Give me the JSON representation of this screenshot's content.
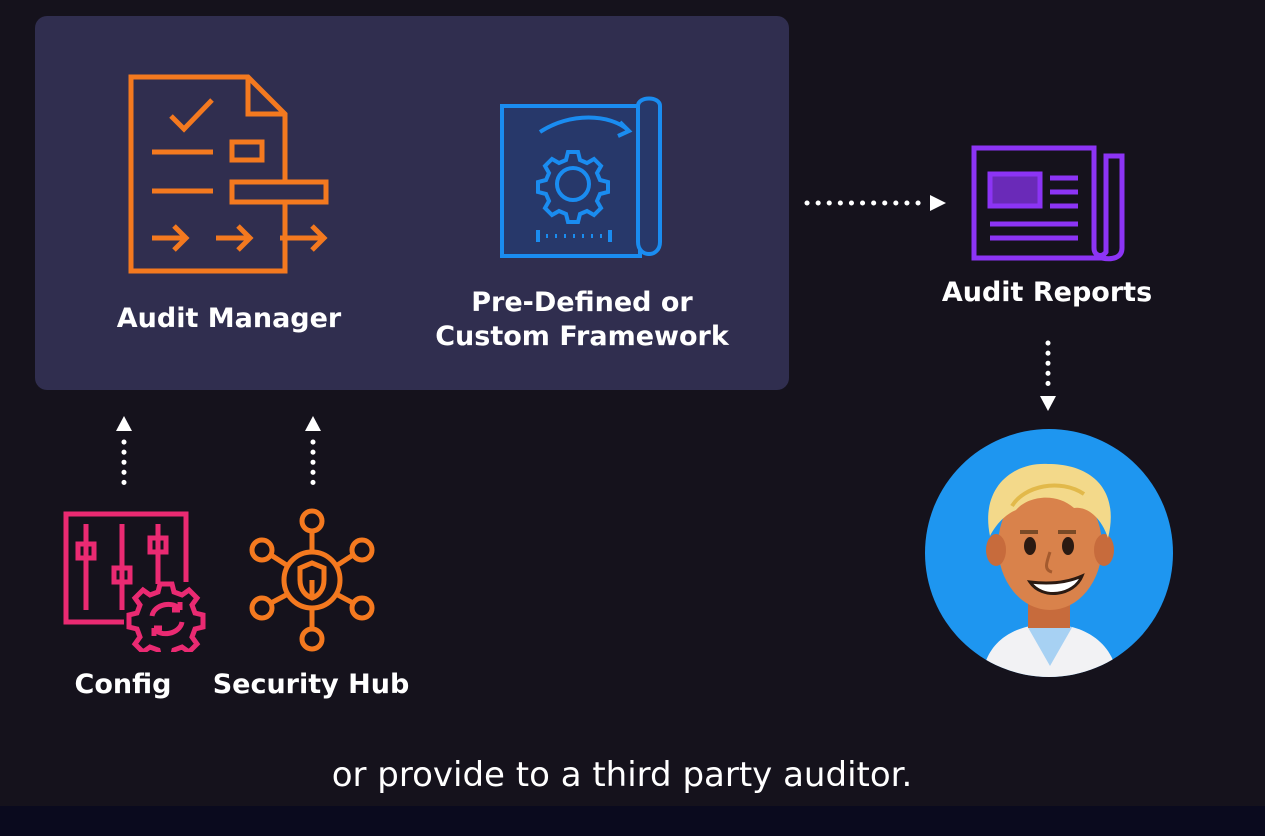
{
  "nodes": {
    "audit_manager": {
      "label": "Audit Manager",
      "icon": "audit-document-icon",
      "color": "#f4791f"
    },
    "framework": {
      "label_line1": "Pre-Defined or",
      "label_line2": "Custom Framework",
      "icon": "blueprint-gear-icon",
      "color": "#1a8cf0"
    },
    "audit_reports": {
      "label": "Audit Reports",
      "icon": "newspaper-icon",
      "color": "#8c34f5"
    },
    "config": {
      "label": "Config",
      "icon": "config-sliders-gear-icon",
      "color": "#ea2a72"
    },
    "security_hub": {
      "label": "Security Hub",
      "icon": "security-hub-icon",
      "color": "#f4791f"
    },
    "auditor": {
      "icon": "auditor-avatar",
      "color": "#1e96f0"
    }
  },
  "caption": "or provide to a third party auditor.",
  "colors": {
    "background": "#15121c",
    "panel": "#302e4f",
    "text": "#ffffff"
  }
}
